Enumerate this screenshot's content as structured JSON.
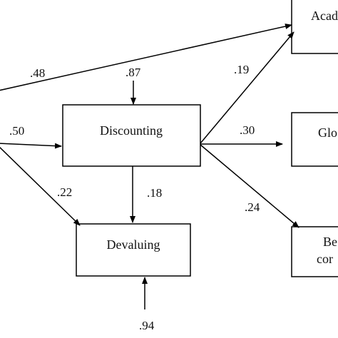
{
  "nodes": {
    "discounting": {
      "label": "Discounting"
    },
    "devaluing": {
      "label": "Devaluing"
    },
    "academic": {
      "label_line1": "Acad",
      "label_line2": ""
    },
    "global": {
      "label_line1": "Glo",
      "label_line2": ""
    },
    "behavioral": {
      "label_line1": "Be",
      "label_line2": "cor"
    }
  },
  "paths": {
    "left_to_academic": ".48",
    "left_to_discounting": ".50",
    "left_to_devaluing": ".22",
    "discounting_to_devaluing": ".18",
    "discounting_to_academic": ".19",
    "discounting_to_global": ".30",
    "discounting_to_behavioral": ".24",
    "residual_discounting": ".87",
    "residual_devaluing": ".94"
  },
  "colors": {
    "line": "#000000",
    "text": "#111111",
    "background": "#ffffff"
  }
}
